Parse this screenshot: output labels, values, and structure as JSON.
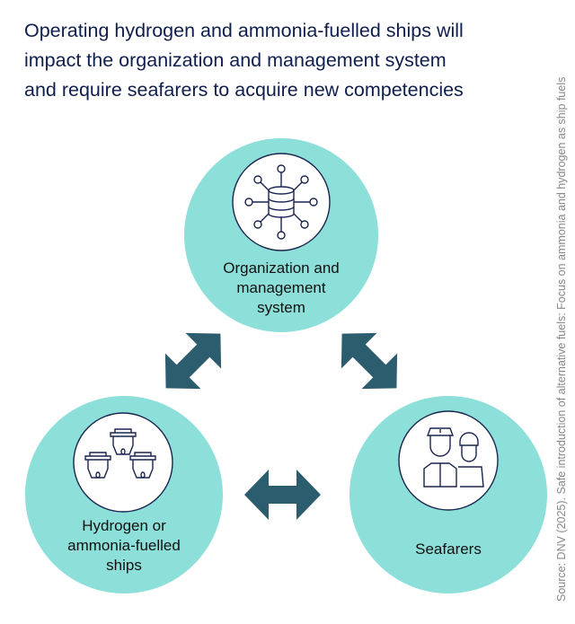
{
  "title": {
    "lines": [
      "Operating hydrogen and ammonia-fuelled ships will",
      "impact the organization and management system",
      "and require seafarers to acquire new competencies"
    ]
  },
  "nodes": {
    "organization": {
      "lines": [
        "Organization and",
        "management",
        "system"
      ],
      "icon": "database-network-icon"
    },
    "ships": {
      "lines": [
        "Hydrogen or",
        "ammonia-fuelled",
        "ships"
      ],
      "icon": "ships-icon"
    },
    "seafarers": {
      "lines": [
        "Seafarers"
      ],
      "icon": "seafarers-icon"
    }
  },
  "source": "Source: DNV (2025). Safe introduction of alternative fuels: Focus on ammonia and hydrogen as ship fuels",
  "colors": {
    "circle": "#8ddfd9",
    "arrow": "#2c5d6f",
    "title": "#0f1f4d",
    "icon": "#1a2450"
  }
}
